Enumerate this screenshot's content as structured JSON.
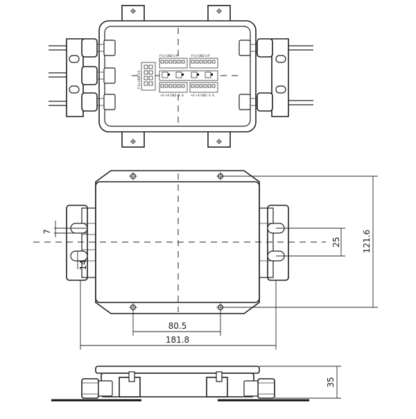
{
  "dimensions": {
    "slot_offset": "7",
    "slot_spacing": "25",
    "height": "121.6",
    "hole_spacing": "80.5",
    "width": "181.8",
    "depth": "35",
    "slot_width": "14"
  },
  "terminals": {
    "top_left": "P S+GND S-P",
    "top_right": "P S+GND S-P",
    "bottom_left": "+E +E GND -S -E",
    "bottom_right": "+E +E GND -S -E",
    "side_block": "P S+GND S-E"
  }
}
